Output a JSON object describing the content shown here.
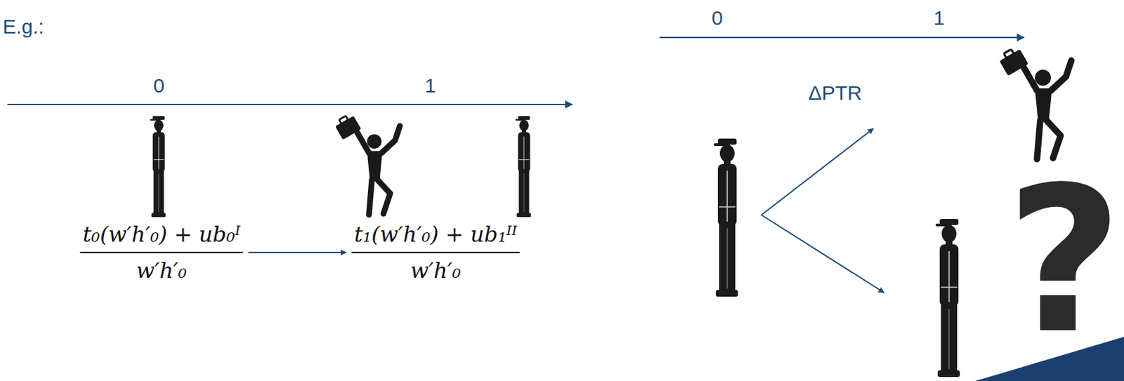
{
  "diagram": {
    "labels": [
      "E.g.:",
      "0",
      "1",
      "t₀(w′h′₀) + ub₀ᴵ",
      "w′h′₀",
      "t₁(w′h′₀) + ub₁ᴵᴵ",
      "w′h′₀",
      "0",
      "1",
      "ΔPTR",
      "?"
    ]
  }
}
